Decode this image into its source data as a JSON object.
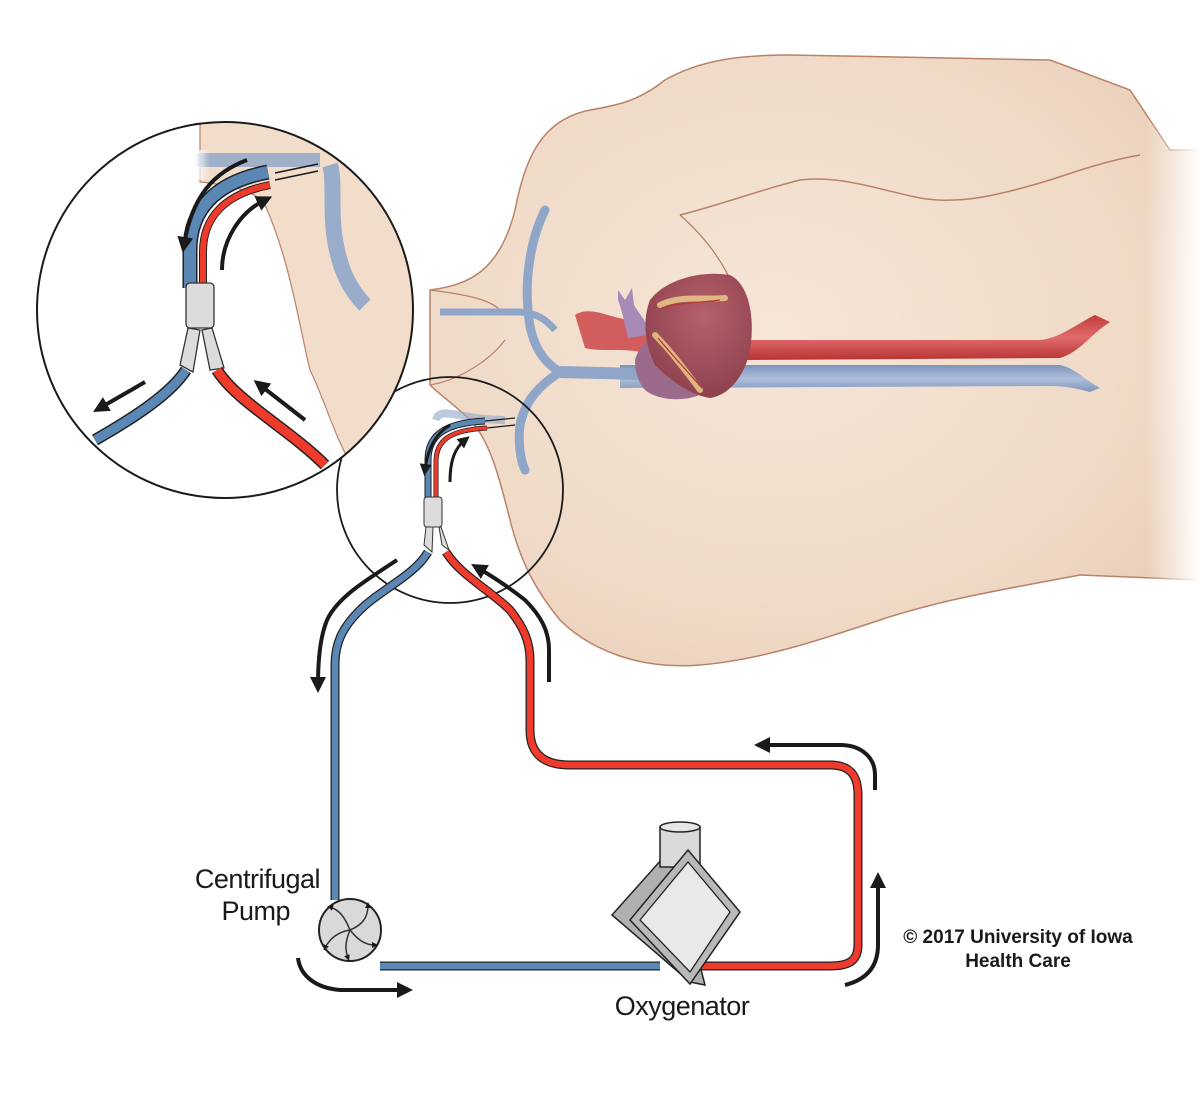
{
  "diagram": {
    "subject": "Veno-venous ECMO circuit with dual-lumen cannula",
    "labels": {
      "pump_line1": "Centrifugal",
      "pump_line2": "Pump",
      "oxygenator": "Oxygenator",
      "copyright_line1": "© 2017 University of Iowa",
      "copyright_line2": "Health Care"
    },
    "components": [
      {
        "id": "torso",
        "name": "Patient torso"
      },
      {
        "id": "heart",
        "name": "Heart"
      },
      {
        "id": "aorta",
        "name": "Artery (oxygenated)"
      },
      {
        "id": "vena-cava",
        "name": "Vein (deoxygenated)"
      },
      {
        "id": "cannula",
        "name": "Dual-lumen cannula"
      },
      {
        "id": "y-connector",
        "name": "Y connector"
      },
      {
        "id": "magnified-inset",
        "name": "Magnified view of cannula site"
      },
      {
        "id": "centrifugal-pump",
        "name": "Centrifugal Pump"
      },
      {
        "id": "oxygenator",
        "name": "Oxygenator"
      }
    ],
    "colors": {
      "venous_blue": "#5b87b5",
      "arterial_red": "#ef3b2c",
      "skin": "#f2ddcb",
      "skin_outline": "#b9826a",
      "vessel_red": "#cc4a4a",
      "vessel_blue": "#8fa6c9",
      "arrow": "#1a1a1a",
      "device_gray": "#d6d6d6"
    }
  }
}
